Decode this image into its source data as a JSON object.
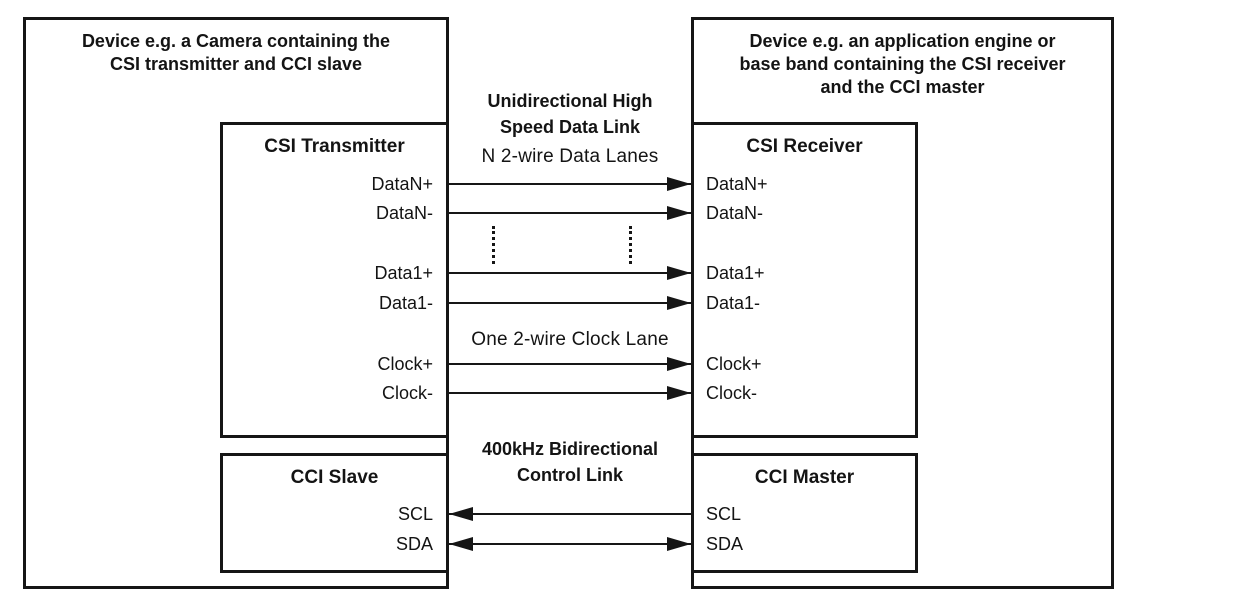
{
  "left_device": {
    "title": "Device e.g. a Camera containing the\nCSI transmitter and CCI slave"
  },
  "right_device": {
    "title": "Device e.g. an application engine or\nbase band containing the CSI receiver\nand the CCI master"
  },
  "blocks": {
    "csi_transmitter": "CSI Transmitter",
    "csi_receiver": "CSI Receiver",
    "cci_slave": "CCI Slave",
    "cci_master": "CCI Master"
  },
  "links": {
    "high_speed": "Unidirectional High\nSpeed Data  Link",
    "data_lanes": "N 2-wire Data Lanes",
    "clock_lane": "One 2-wire Clock Lane",
    "control": "400kHz Bidirectional\nControl Link"
  },
  "signals": [
    {
      "label": "DataN+",
      "direction": "right"
    },
    {
      "label": "DataN-",
      "direction": "right"
    },
    {
      "label": "Data1+",
      "direction": "right"
    },
    {
      "label": "Data1-",
      "direction": "right"
    },
    {
      "label": "Clock+",
      "direction": "right"
    },
    {
      "label": "Clock-",
      "direction": "right"
    },
    {
      "label": "SCL",
      "direction": "left"
    },
    {
      "label": "SDA",
      "direction": "both"
    }
  ],
  "colors": {
    "ink": "#161616",
    "background": "#ffffff"
  }
}
